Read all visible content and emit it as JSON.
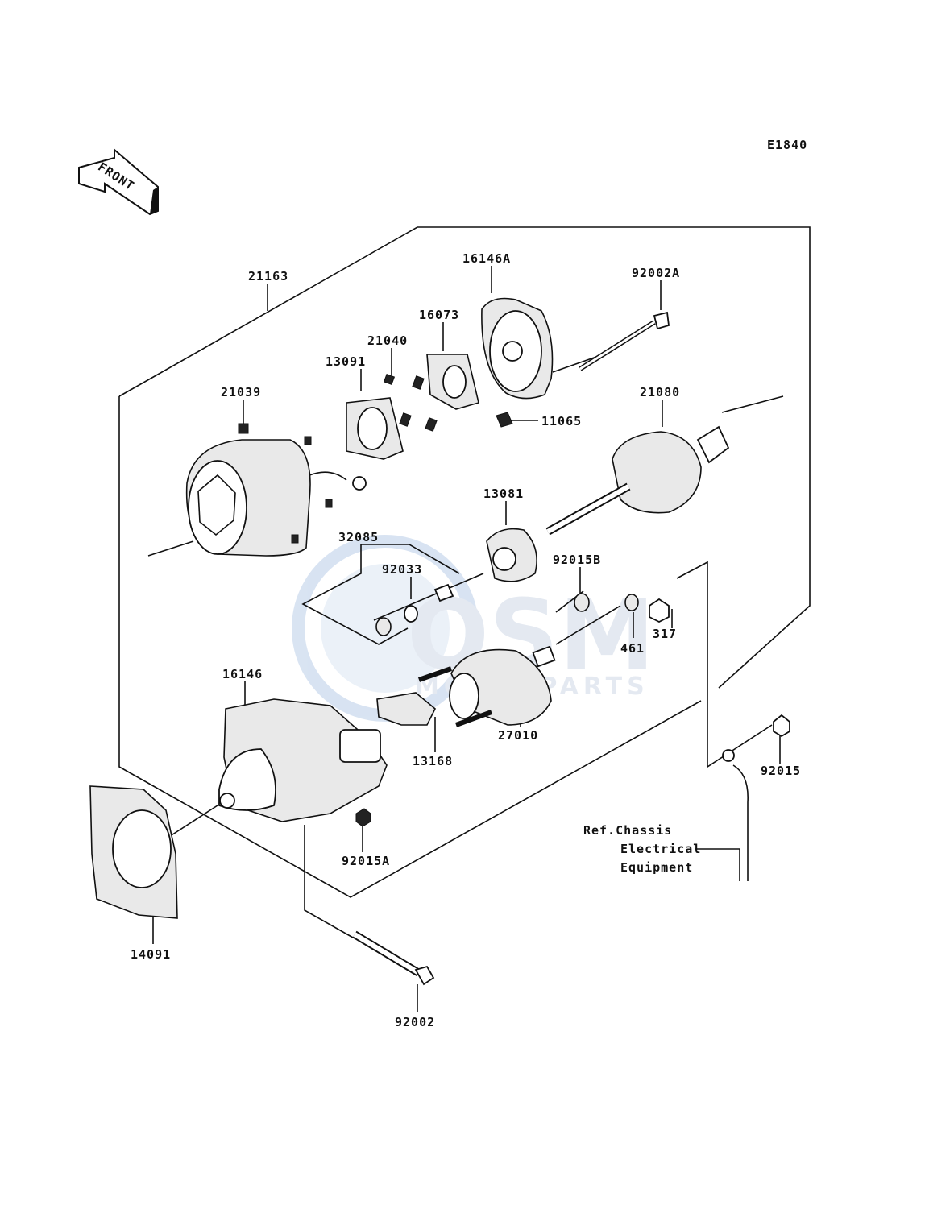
{
  "diagram_code": "E1840",
  "front_label": "FRONT",
  "watermark": {
    "brand": "OSM",
    "subtitle": "MOTORPARTS",
    "color": "#8fb3e0"
  },
  "parts": {
    "p21163": "21163",
    "p16146A": "16146A",
    "p92002A": "92002A",
    "p16073": "16073",
    "p21040": "21040",
    "p13091": "13091",
    "p21039": "21039",
    "p11065": "11065",
    "p21080": "21080",
    "p13081": "13081",
    "p32085": "32085",
    "p92033": "92033",
    "p92015B": "92015B",
    "p317": "317",
    "p461": "461",
    "p16146": "16146",
    "p27010": "27010",
    "p13168": "13168",
    "p92015": "92015",
    "p92015A": "92015A",
    "p14091": "14091",
    "p92002": "92002"
  },
  "reference_note": {
    "line1": "Ref.Chassis",
    "line2": "Electrical",
    "line3": "Equipment"
  }
}
